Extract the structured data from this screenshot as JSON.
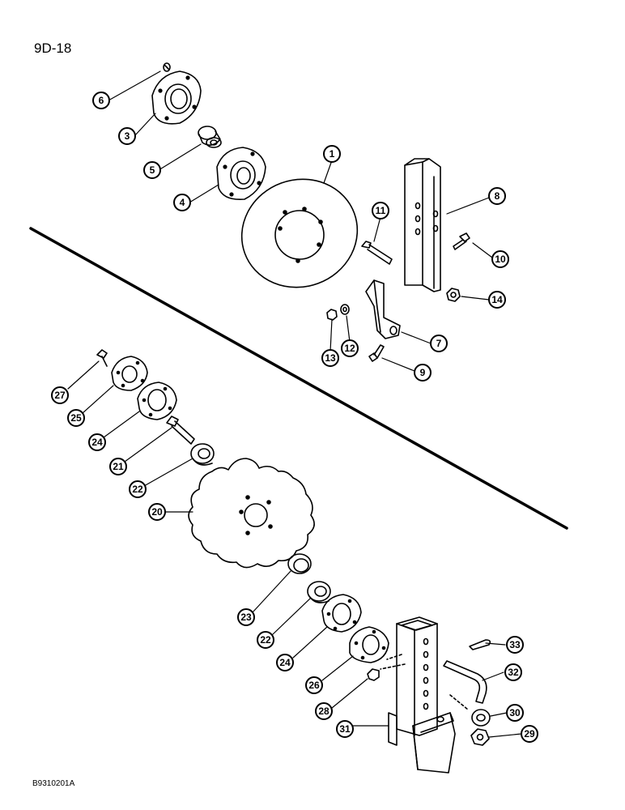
{
  "page_label": "9D-18",
  "figure_code": "B9310201A",
  "callouts": [
    "6",
    "3",
    "5",
    "4",
    "1",
    "8",
    "11",
    "10",
    "14",
    "7",
    "12",
    "13",
    "9",
    "27",
    "25",
    "24",
    "21",
    "22",
    "20",
    "23",
    "22",
    "24",
    "26",
    "28",
    "31",
    "33",
    "32",
    "30",
    "29"
  ]
}
